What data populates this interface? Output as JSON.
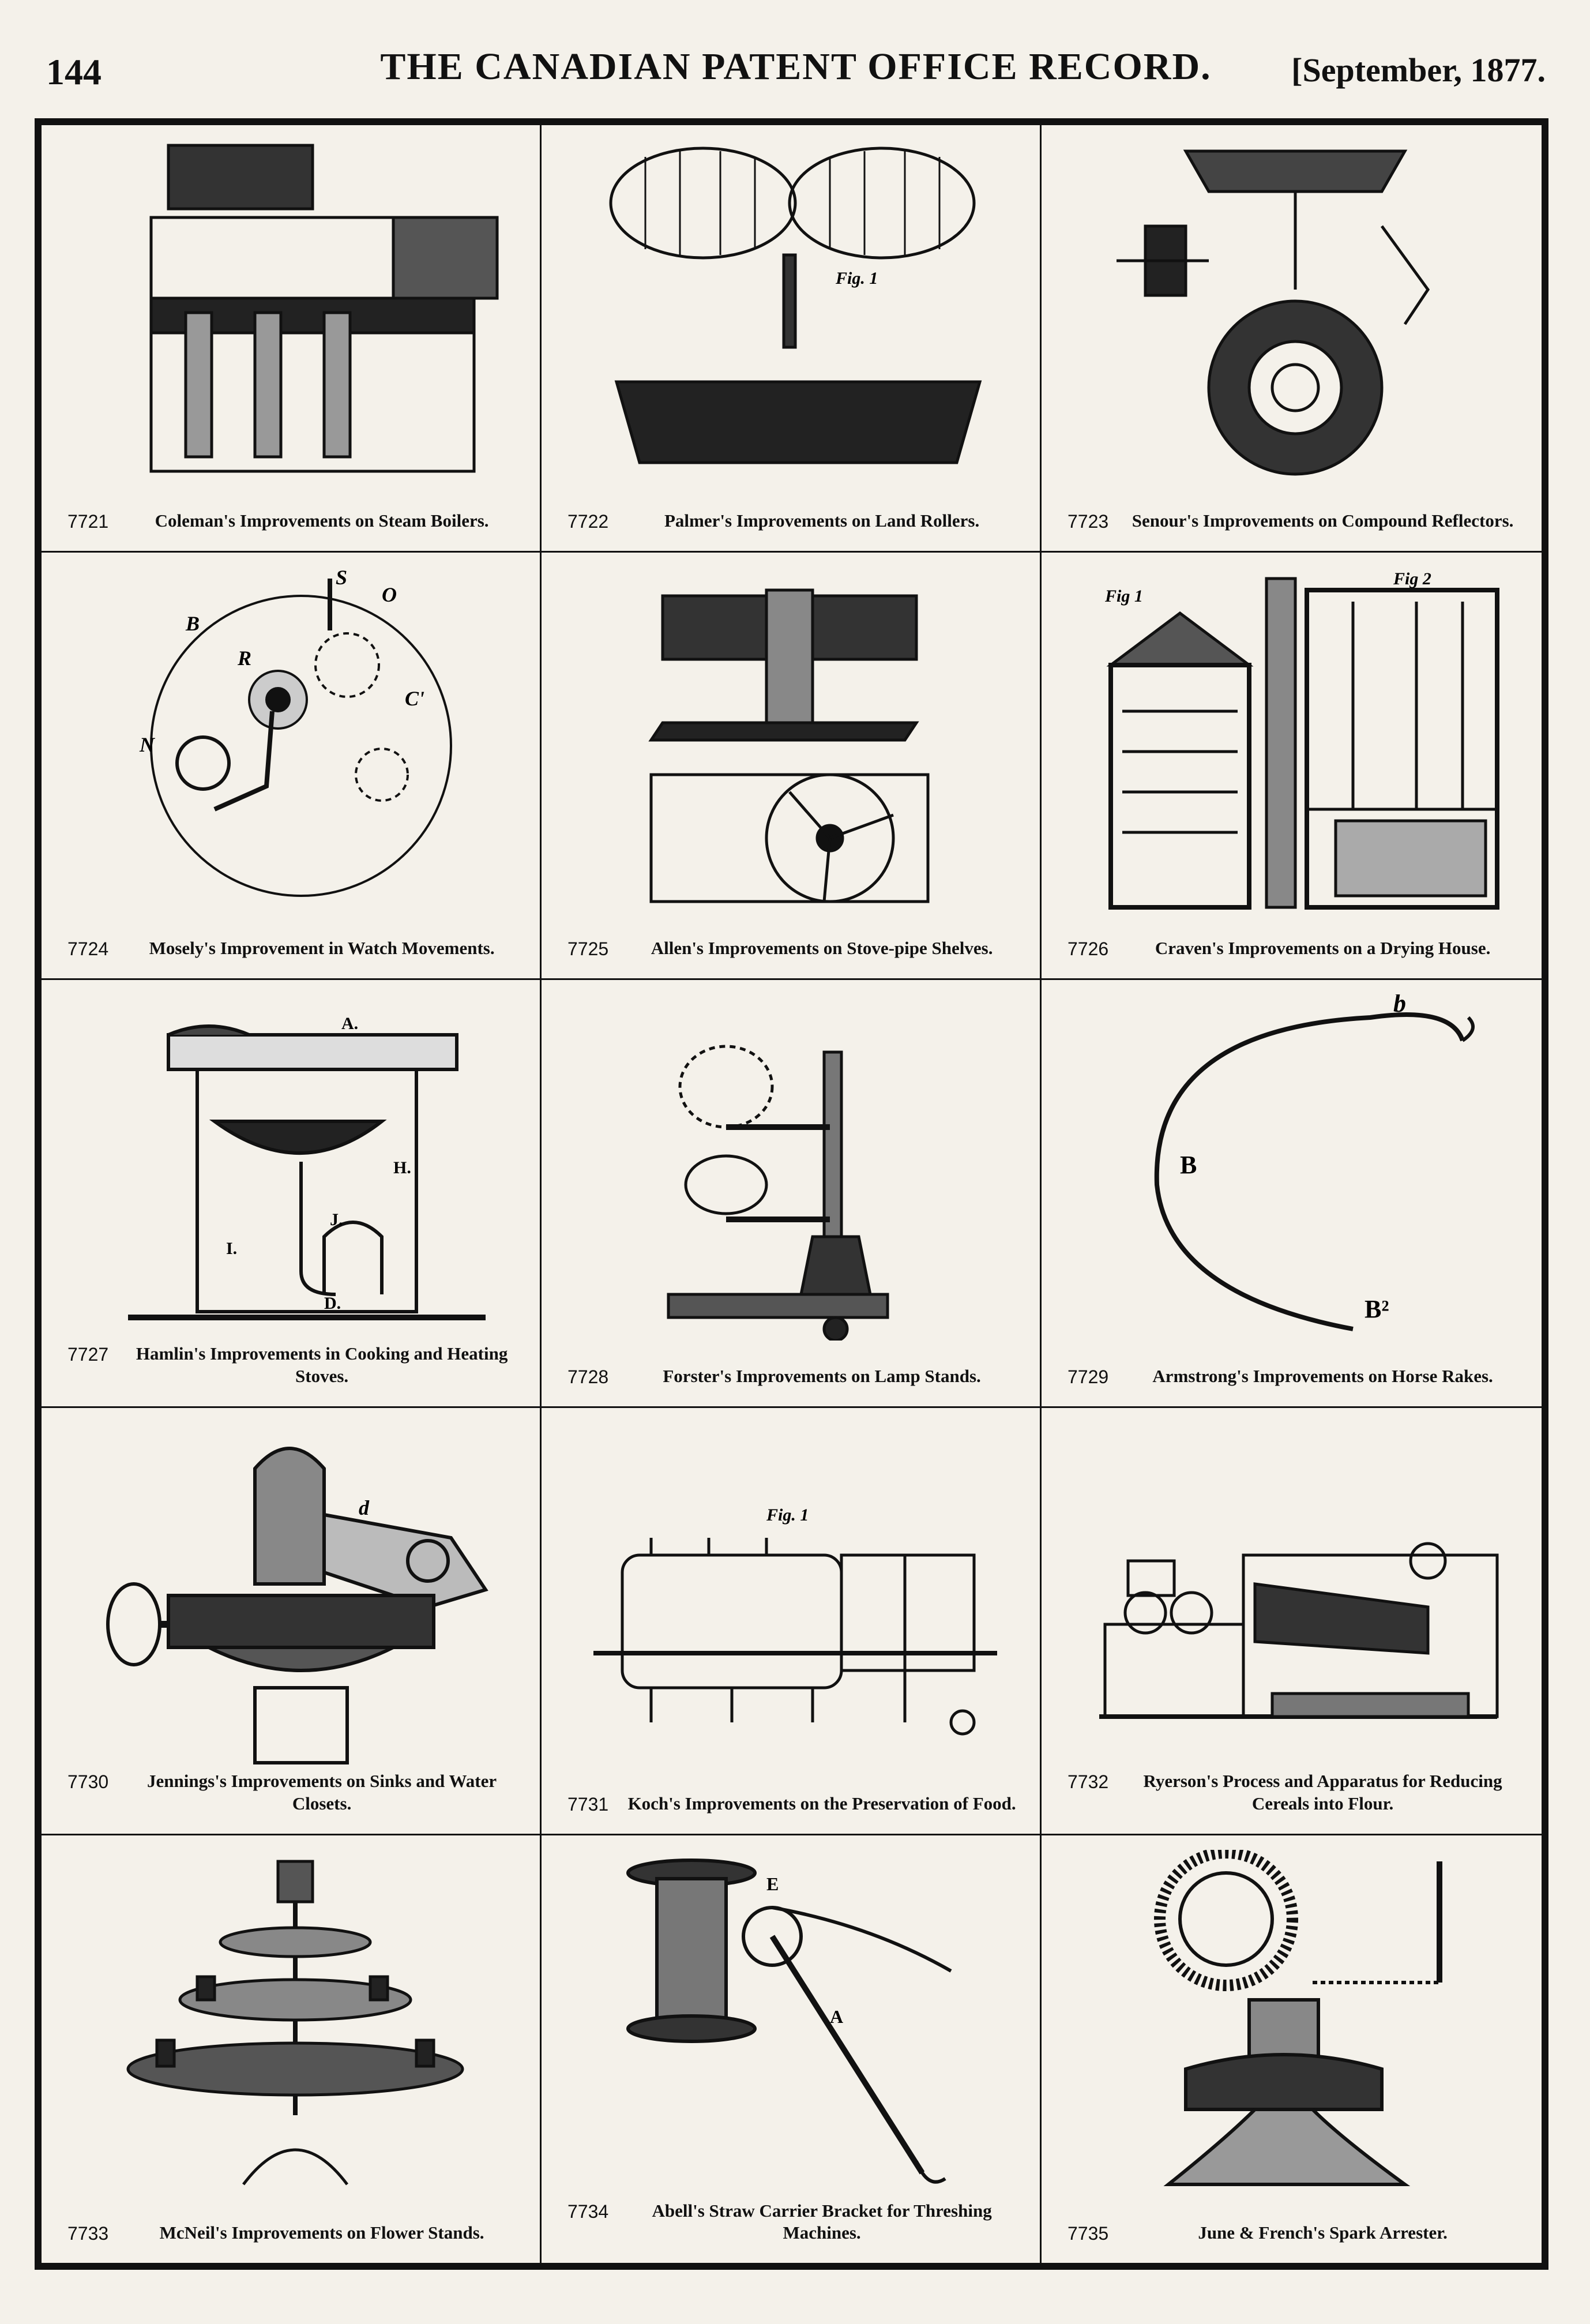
{
  "header": {
    "page_number": "144",
    "journal_title": "THE CANADIAN PATENT OFFICE RECORD.",
    "issue_date": "[September, 1877."
  },
  "patents": [
    {
      "number": "7721",
      "title": "Coleman's Improvements on Steam Boilers.",
      "icon": "steam-boiler-drawing-icon"
    },
    {
      "number": "7722",
      "title": "Palmer's Improvements on Land Rollers.",
      "icon": "land-roller-drawing-icon"
    },
    {
      "number": "7723",
      "title": "Senour's Improvements on Compound Reflectors.",
      "icon": "compound-reflector-drawing-icon"
    },
    {
      "number": "7724",
      "title": "Mosely's Improvement in Watch Movements.",
      "icon": "watch-movement-drawing-icon"
    },
    {
      "number": "7725",
      "title": "Allen's Improvements on Stove-pipe Shelves.",
      "icon": "stovepipe-shelf-drawing-icon"
    },
    {
      "number": "7726",
      "title": "Craven's Improvements on a Drying House.",
      "icon": "drying-house-drawing-icon"
    },
    {
      "number": "7727",
      "title": "Hamlin's Improvements in Cooking and Heating Stoves.",
      "icon": "cooking-stove-drawing-icon"
    },
    {
      "number": "7728",
      "title": "Forster's Improvements on Lamp Stands.",
      "icon": "lamp-stand-drawing-icon"
    },
    {
      "number": "7729",
      "title": "Armstrong's Improvements on Horse Rakes.",
      "icon": "horse-rake-tooth-drawing-icon"
    },
    {
      "number": "7730",
      "title": "Jennings's Improvements on Sinks and Water Closets.",
      "icon": "water-closet-valve-drawing-icon"
    },
    {
      "number": "7731",
      "title": "Koch's Improvements on the Preservation of Food.",
      "icon": "food-preservation-apparatus-drawing-icon"
    },
    {
      "number": "7732",
      "title": "Ryerson's Process and Apparatus for Reducing Cereals into Flour.",
      "icon": "flour-mill-drawing-icon"
    },
    {
      "number": "7733",
      "title": "McNeil's Improvements on Flower Stands.",
      "icon": "flower-stand-drawing-icon"
    },
    {
      "number": "7734",
      "title": "Abell's Straw Carrier Bracket for Threshing Machines.",
      "icon": "straw-carrier-bracket-drawing-icon"
    },
    {
      "number": "7735",
      "title": "June & French's Spark Arrester.",
      "icon": "spark-arrester-drawing-icon"
    }
  ],
  "drawing_labels": {
    "roller_fig": "Fig. 1",
    "watch": [
      "S",
      "O",
      "N",
      "B",
      "R",
      "C'"
    ],
    "drying_fig": [
      "Fig 1",
      "Fig 2"
    ],
    "stove": [
      "A.",
      "I.",
      "J.",
      "H.",
      "D."
    ],
    "rake": [
      "b",
      "B",
      "B²"
    ],
    "closet": "d",
    "koch_fig": "Fig. 1",
    "abell": [
      "E",
      "A"
    ]
  }
}
